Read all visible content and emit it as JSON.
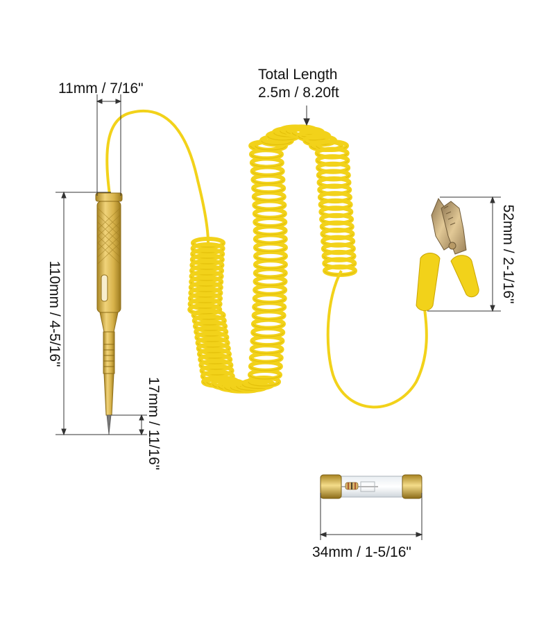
{
  "dimensions": {
    "total_length_title": "Total Length",
    "total_length_value": "2.5m / 8.20ft",
    "pen_diameter": "11mm / 7/16\"",
    "pen_length": "110mm / 4-5/16\"",
    "tip_length": "17mm / 11/16\"",
    "clip_length": "52mm / 2-1/16\"",
    "fuse_length": "34mm / 1-5/16\""
  },
  "colors": {
    "cable": "#f2d21a",
    "cable_dark": "#d9b400",
    "brass": "#d7b24a",
    "brass_dark": "#a88422",
    "clip_metal": "#c9a86a",
    "dimension_line": "#333333"
  }
}
